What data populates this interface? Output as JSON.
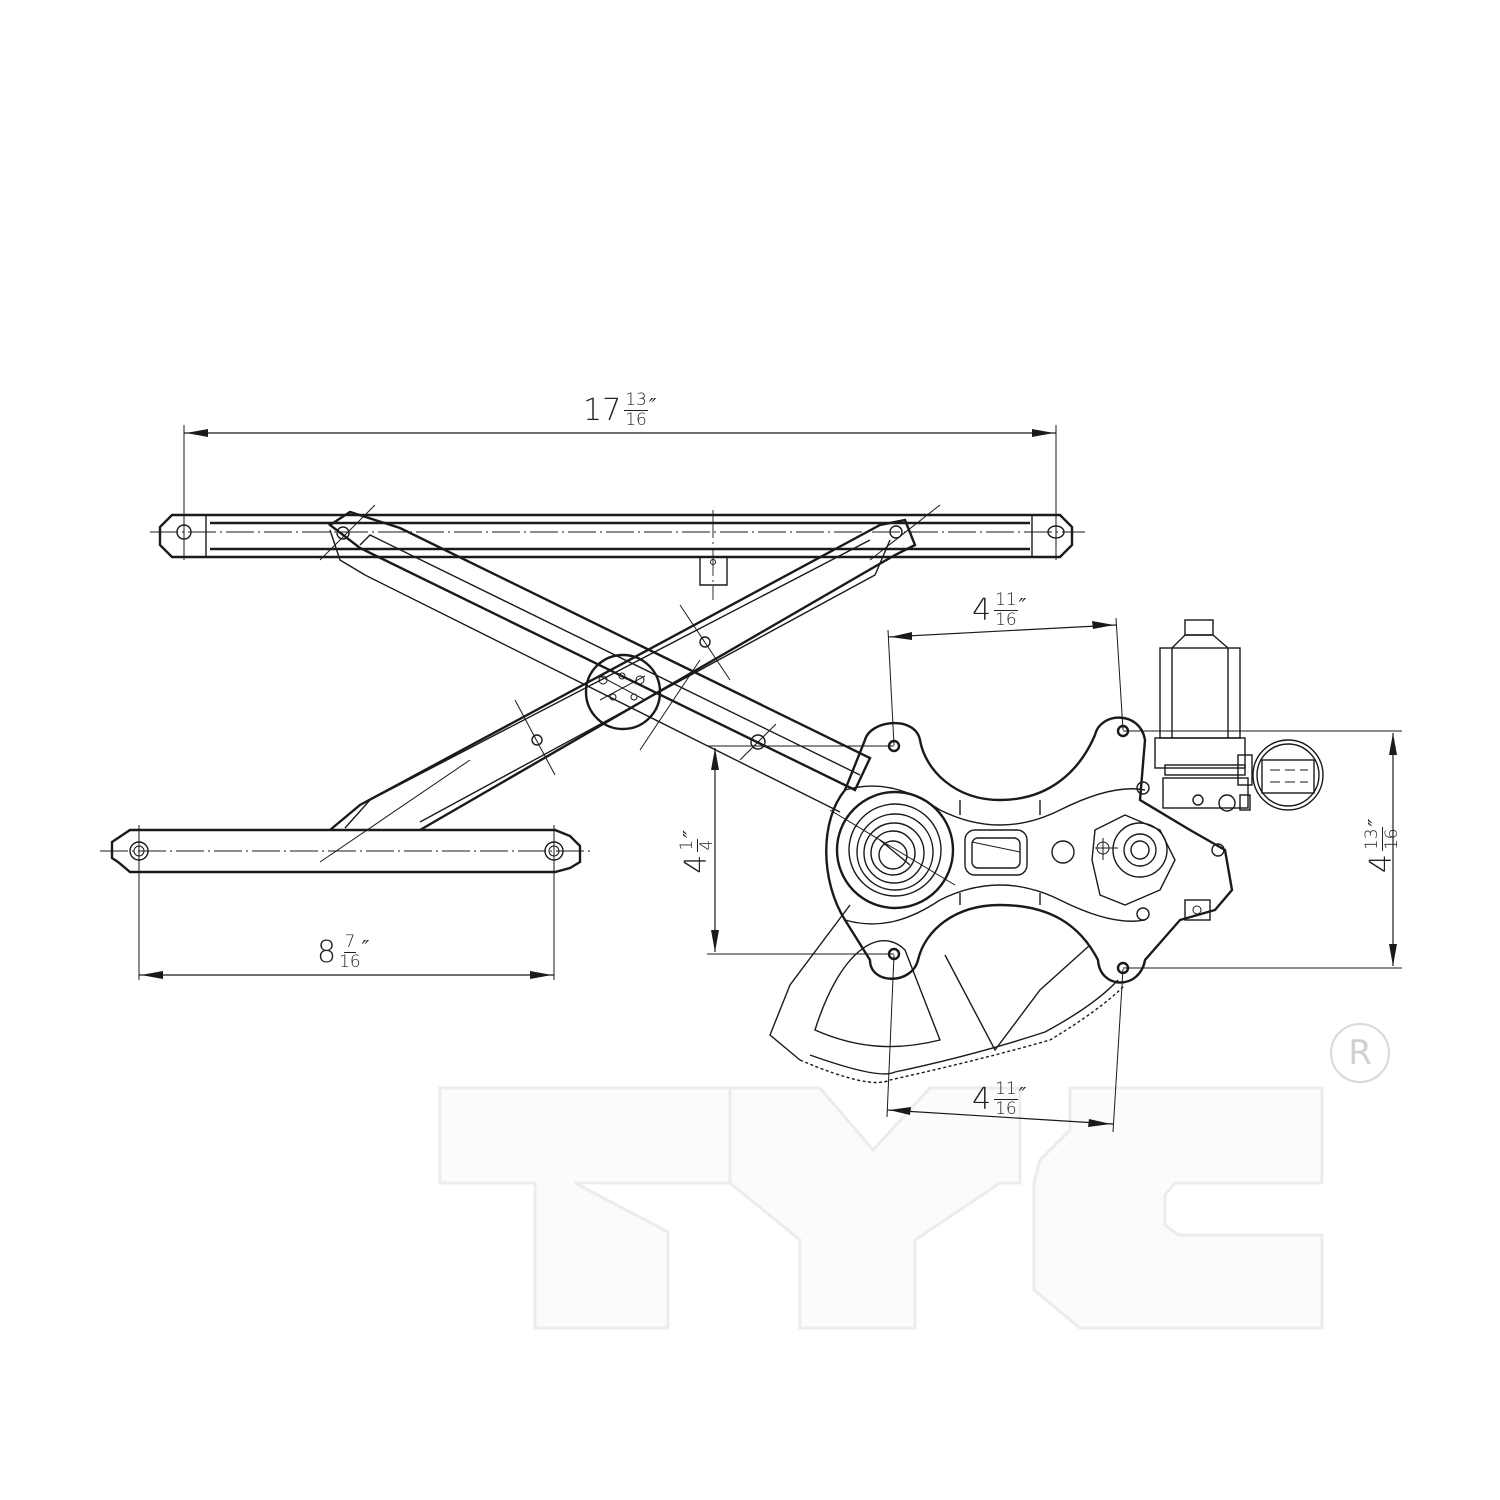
{
  "drawing": {
    "subject": "Power window regulator with motor",
    "line_color": "#1a1a1a",
    "background": "#ffffff"
  },
  "dimensions": {
    "top_rail_length": {
      "whole": "17",
      "num": "13",
      "den": "16",
      "unit": "″"
    },
    "bottom_rail_length": {
      "whole": "8",
      "num": "7",
      "den": "16",
      "unit": "″"
    },
    "top_bracket_span": {
      "whole": "4",
      "num": "11",
      "den": "16",
      "unit": "″"
    },
    "bottom_bracket_span": {
      "whole": "4",
      "num": "11",
      "den": "16",
      "unit": "″"
    },
    "left_vertical": {
      "whole": "4",
      "num": "1",
      "den": "4",
      "unit": "″"
    },
    "right_vertical": {
      "whole": "4",
      "num": "13",
      "den": "16",
      "unit": "″"
    }
  },
  "watermark": {
    "text": "TYC",
    "registered_mark": "R",
    "fill": "#fbfbfb",
    "edge": "#ececec"
  },
  "icons": {
    "registered": "registered-trademark-icon"
  }
}
